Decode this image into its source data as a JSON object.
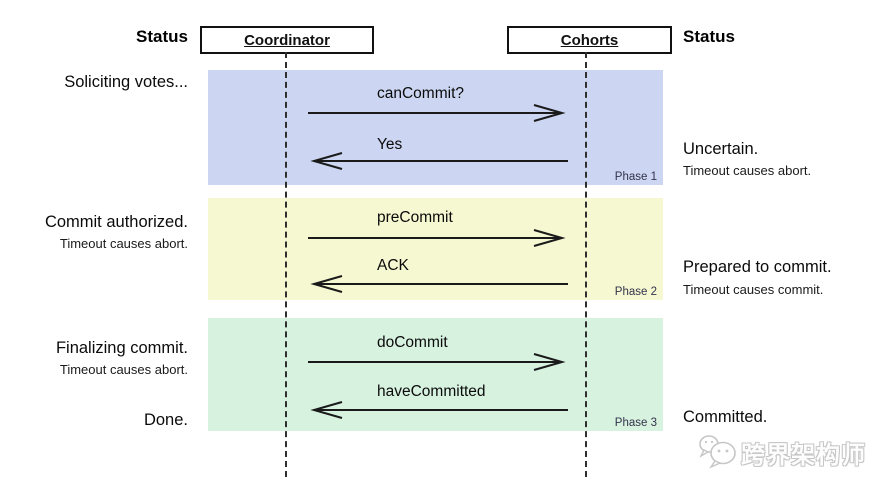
{
  "header": {
    "status_left": "Status",
    "coordinator": "Coordinator",
    "cohorts": "Cohorts",
    "status_right": "Status"
  },
  "colors": {
    "phase1_bg": "#ccd6f2",
    "phase2_bg": "#f6f8d2",
    "phase3_bg": "#d8f2e0",
    "arrow_line": "#1a1a1a",
    "phase_tag": "#33334a",
    "watermark": "#c6c6c6"
  },
  "phases": [
    {
      "label": "Phase 1",
      "left_status": "Soliciting votes...",
      "left_note": "",
      "right_status": "Uncertain.",
      "right_note": "Timeout causes abort.",
      "messages": [
        {
          "label": "canCommit?",
          "direction": "right"
        },
        {
          "label": "Yes",
          "direction": "left"
        }
      ]
    },
    {
      "label": "Phase 2",
      "left_status": "Commit authorized.",
      "left_note": "Timeout causes abort.",
      "right_status": "Prepared to commit.",
      "right_note": "Timeout causes commit.",
      "messages": [
        {
          "label": "preCommit",
          "direction": "right"
        },
        {
          "label": "ACK",
          "direction": "left"
        }
      ]
    },
    {
      "label": "Phase 3",
      "left_status": "Finalizing commit.",
      "left_note": "Timeout causes abort.",
      "left_done": "Done.",
      "right_status": "Committed.",
      "right_note": "",
      "messages": [
        {
          "label": "doCommit",
          "direction": "right"
        },
        {
          "label": "haveCommitted",
          "direction": "left"
        }
      ]
    }
  ],
  "watermark": {
    "text": "跨界架构师",
    "logo": "chat-bubbles-face-logo"
  }
}
